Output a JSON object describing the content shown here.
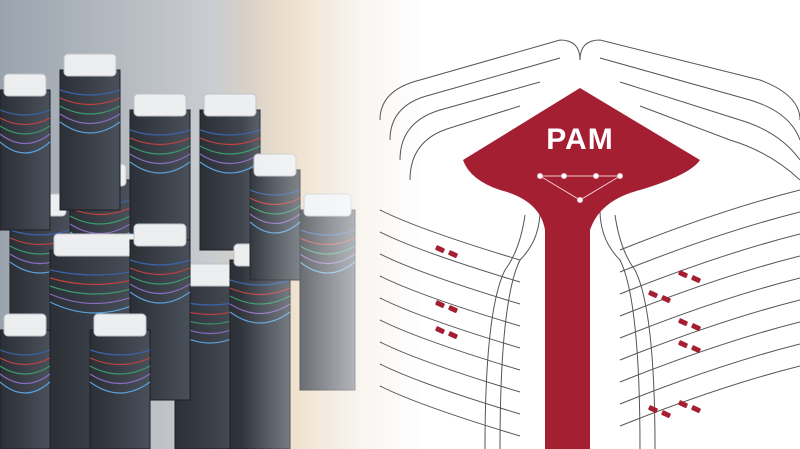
{
  "illustration": {
    "label": "PAM",
    "accent_color": "#a51f33",
    "line_color": "#555555",
    "left_scene": "server-racks",
    "right_scene": "server-outline"
  }
}
